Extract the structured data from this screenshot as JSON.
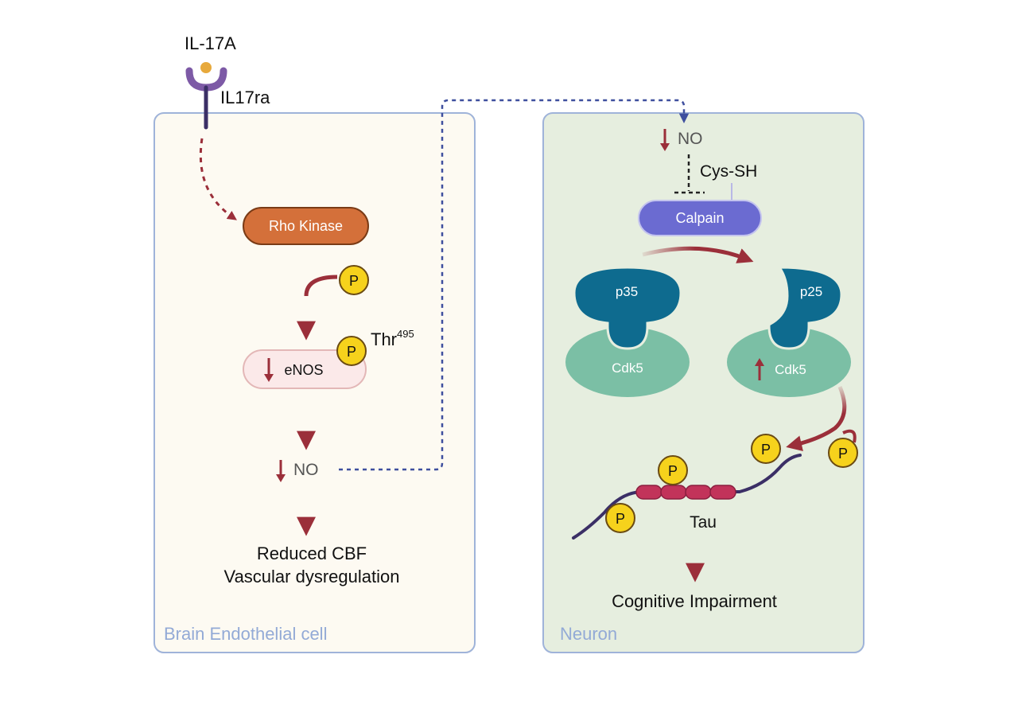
{
  "ligand": {
    "label": "IL-17A"
  },
  "receptor": {
    "label": "IL17ra"
  },
  "endothelial": {
    "cell_label": "Brain Endothelial cell",
    "rho_kinase": "Rho Kinase",
    "phospho_label": "P",
    "enos": "eNOS",
    "thr_label": "Thr",
    "thr_superscript": "495",
    "no_label": "NO",
    "outcome_line1": "Reduced CBF",
    "outcome_line2": "Vascular dysregulation"
  },
  "neuron": {
    "cell_label": "Neuron",
    "no_label": "NO",
    "cys_label": "Cys-SH",
    "calpain": "Calpain",
    "p35": "p35",
    "p25": "p25",
    "cdk5_left": "Cdk5",
    "cdk5_right": "Cdk5",
    "phospho_label": "P",
    "tau": "Tau",
    "outcome": "Cognitive Impairment"
  },
  "colors": {
    "endothelial_fill": "#fdfaf2",
    "neuron_fill": "#e6eedf",
    "cell_border": "#9fb3d9",
    "arrow_red": "#9b2f3a",
    "dotted_blue": "#3e4f9e",
    "rho_kinase": "#d4703a",
    "calpain": "#6b6bd1",
    "enos_fill": "#fbe9e9",
    "subunit_blue": "#0e6b8f",
    "cdk5_green": "#7bbfa5",
    "phospho_yellow": "#f6d21c",
    "tau_bead": "#c2335a",
    "tau_line": "#3b2f66",
    "receptor_purple": "#7d5aa6",
    "ligand_gold": "#e7a93c"
  }
}
